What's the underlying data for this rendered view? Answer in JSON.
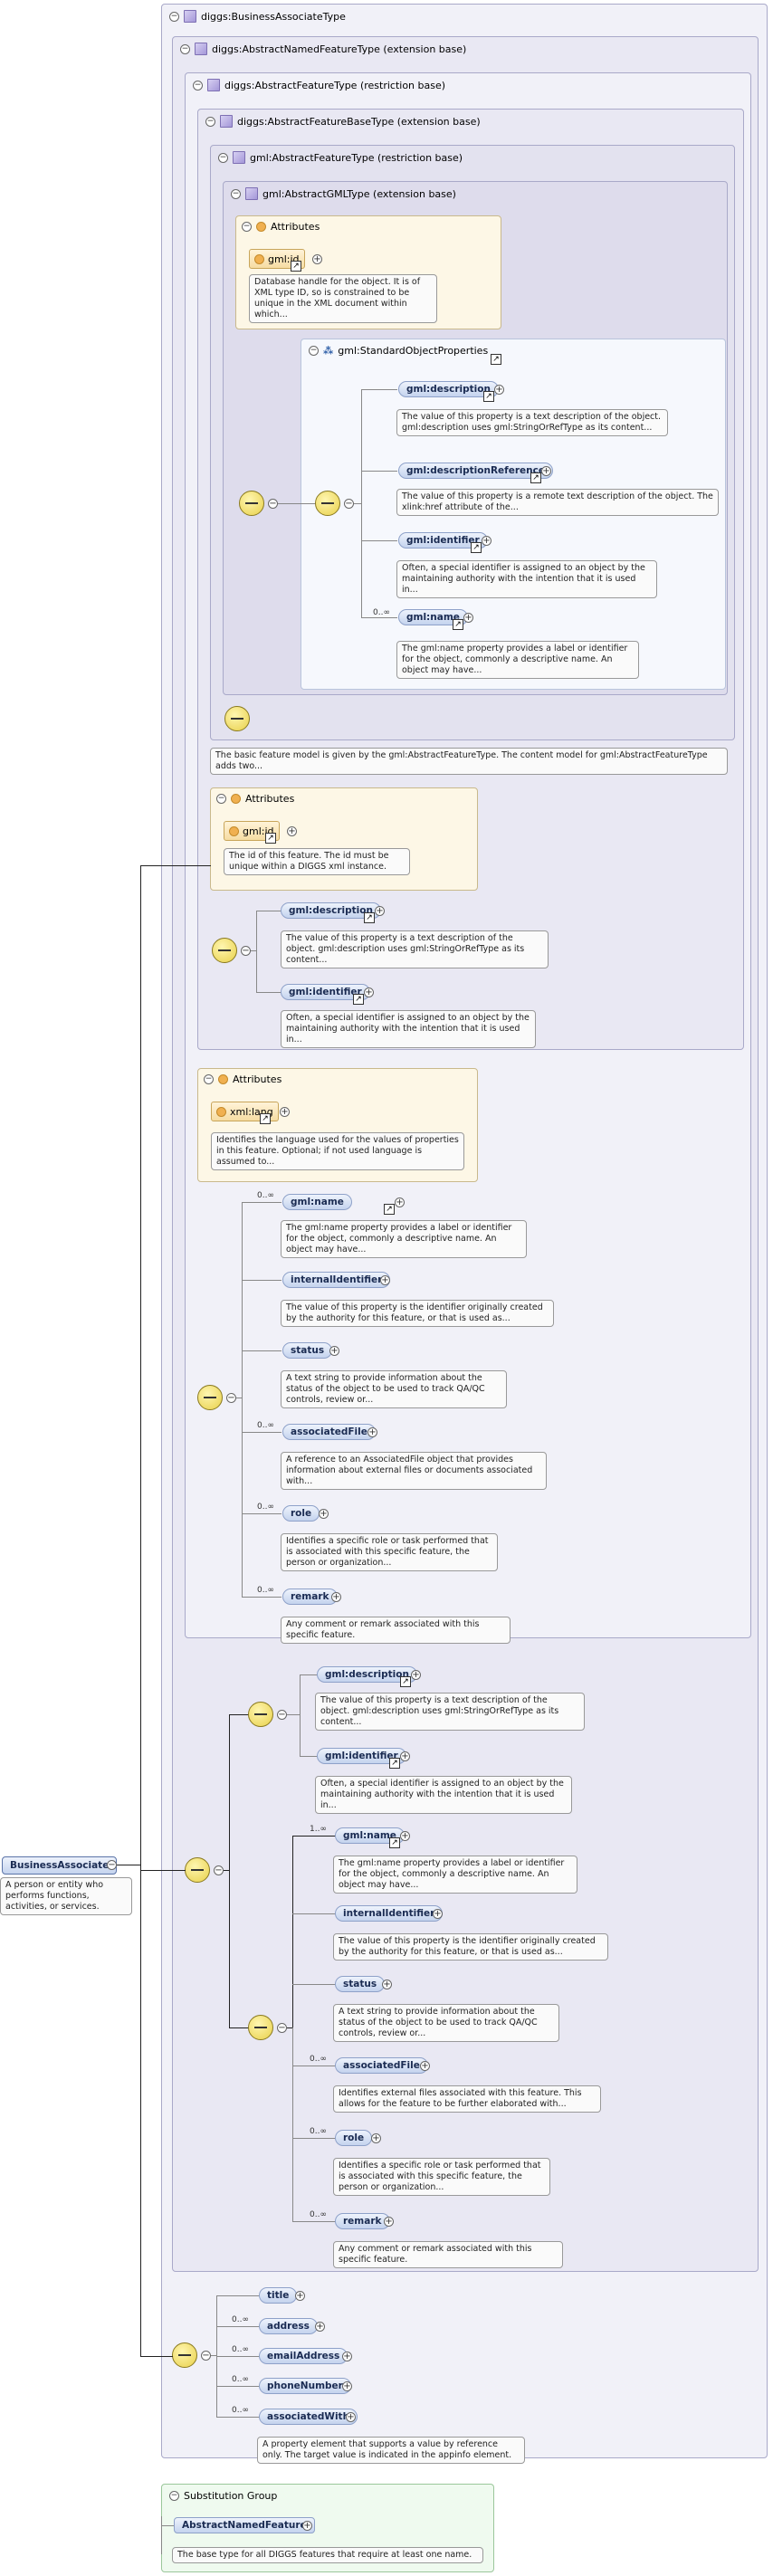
{
  "root": {
    "name": "BusinessAssociate",
    "doc": "A person or entity who performs functions, activities, or services."
  },
  "types": {
    "business_associate_type": "diggs:BusinessAssociateType",
    "abstract_named_feature_type": "diggs:AbstractNamedFeatureType (extension base)",
    "abstract_feature_type": "diggs:AbstractFeatureType (restriction base)",
    "abstract_feature_base_type": "diggs:AbstractFeatureBaseType (extension base)",
    "gml_abstract_feature_type": "gml:AbstractFeatureType (restriction base)",
    "gml_abstract_gml_type": "gml:AbstractGMLType (extension base)",
    "standard_object_properties": "gml:StandardObjectProperties"
  },
  "attributes_label": "Attributes",
  "gml_attr": {
    "name": "gml:id",
    "doc": "Database handle for the object. It is of XML type ID, so is constrained to be unique in the XML document within which..."
  },
  "sop_items": [
    {
      "name": "gml:description",
      "card": "",
      "doc": "The value of this property is a text description of the object. gml:description uses gml:StringOrRefType as its content..."
    },
    {
      "name": "gml:descriptionReference",
      "card": "",
      "doc": "The value of this property is a remote text description of the object. The xlink:href attribute of the..."
    },
    {
      "name": "gml:identifier",
      "card": "",
      "doc": "Often, a special identifier is assigned to an object by the maintaining authority with the intention that it is used in..."
    },
    {
      "name": "gml:name",
      "card": "0..∞",
      "doc": "The gml:name property provides a label or identifier for the object, commonly a descriptive name. An object may have..."
    }
  ],
  "feature_type_doc": "The basic feature model is given by the gml:AbstractFeatureType. The content model for gml:AbstractFeatureType adds two...",
  "diggs_attr": {
    "name": "gml:id",
    "doc": "The id of this feature. The id must be unique within a DIGGS xml instance."
  },
  "restriction_items": [
    {
      "name": "gml:description",
      "doc": "The value of this property is a text description of the object. gml:description uses gml:StringOrRefType as its content..."
    },
    {
      "name": "gml:identifier",
      "doc": "Often, a special identifier is assigned to an object by the maintaining authority with the intention that it is used in..."
    }
  ],
  "lang_attr": {
    "name": "xml:lang",
    "doc": "Identifies the language used for the values of properties in this feature. Optional; if not used language is assumed to..."
  },
  "base_items": [
    {
      "name": "gml:name",
      "card": "0..∞",
      "doc": "The gml:name property provides a label or identifier for the object, commonly a descriptive name. An object may have..."
    },
    {
      "name": "internalIdentifier",
      "card": "",
      "doc": "The value of this property is the identifier originally created by the authority for this feature, or that is used as..."
    },
    {
      "name": "status",
      "card": "",
      "doc": "A text string to provide information about the status of the object to be used to track QA/QC controls, review or..."
    },
    {
      "name": "associatedFile",
      "card": "0..∞",
      "doc": "A reference to an AssociatedFile object that provides information about external files or documents associated with..."
    },
    {
      "name": "role",
      "card": "0..∞",
      "doc": "Identifies a specific role or task performed that is associated with this specific feature, the person or organization..."
    },
    {
      "name": "remark",
      "card": "0..∞",
      "doc": "Any comment or remark associated with this specific feature."
    }
  ],
  "named_restr_items": [
    {
      "name": "gml:description",
      "doc": "The value of this property is a text description of the object. gml:description uses gml:StringOrRefType as its content..."
    },
    {
      "name": "gml:identifier",
      "doc": "Often, a special identifier is assigned to an object by the maintaining authority with the intention that it is used in..."
    }
  ],
  "named_items": [
    {
      "name": "gml:name",
      "card": "1..∞",
      "doc": "The gml:name property provides a label or identifier for the object, commonly a descriptive name. An object may have..."
    },
    {
      "name": "internalIdentifier",
      "card": "",
      "doc": "The value of this property is the identifier originally created by the authority for this feature, or that is used as..."
    },
    {
      "name": "status",
      "card": "",
      "doc": "A text string to provide information about the status of the object to be used to track QA/QC controls, review or..."
    },
    {
      "name": "associatedFile",
      "card": "0..∞",
      "doc": "Identifies external files associated with this feature. This allows for the feature to be further elaborated with..."
    },
    {
      "name": "role",
      "card": "0..∞",
      "doc": "Identifies a specific role or task performed that is associated with this specific feature, the person or organization..."
    },
    {
      "name": "remark",
      "card": "0..∞",
      "doc": "Any comment or remark associated with this specific feature."
    }
  ],
  "own_items": [
    {
      "name": "title",
      "card": ""
    },
    {
      "name": "address",
      "card": "0..∞"
    },
    {
      "name": "emailAddress",
      "card": "0..∞"
    },
    {
      "name": "phoneNumber",
      "card": "0..∞"
    },
    {
      "name": "associatedWith",
      "card": "0..∞"
    }
  ],
  "associated_with_doc": "A property element that supports a value by reference only. The target value is indicated in the appinfo element.",
  "substitution": {
    "label": "Substitution Group",
    "name": "AbstractNamedFeature",
    "doc": "The base type for all DIGGS features that require at least one name."
  }
}
